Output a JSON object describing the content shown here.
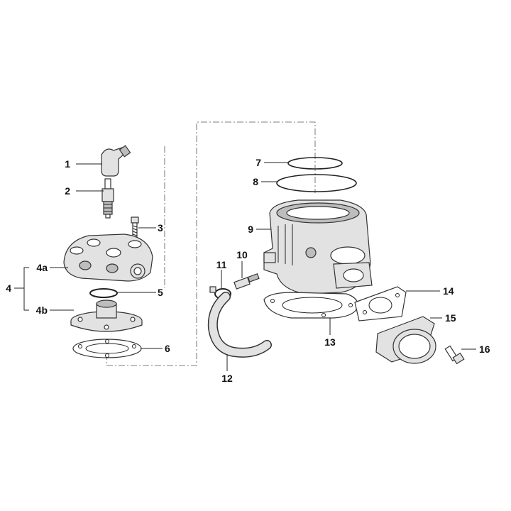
{
  "callouts": [
    {
      "id": "1",
      "part": "spark-plug-cap"
    },
    {
      "id": "2",
      "part": "spark-plug"
    },
    {
      "id": "3",
      "part": "head-screw"
    },
    {
      "id": "4",
      "part": "cylinder-head-assembly"
    },
    {
      "id": "4a",
      "part": "head-cover"
    },
    {
      "id": "4b",
      "part": "head-insert"
    },
    {
      "id": "5",
      "part": "o-ring"
    },
    {
      "id": "6",
      "part": "head-gasket"
    },
    {
      "id": "7",
      "part": "head-ring-small"
    },
    {
      "id": "8",
      "part": "head-ring-large"
    },
    {
      "id": "9",
      "part": "cylinder"
    },
    {
      "id": "10",
      "part": "temperature-sensor"
    },
    {
      "id": "11",
      "part": "hose-clamp"
    },
    {
      "id": "12",
      "part": "coolant-hose"
    },
    {
      "id": "13",
      "part": "base-gasket"
    },
    {
      "id": "14",
      "part": "intake-gasket"
    },
    {
      "id": "15",
      "part": "intake-manifold"
    },
    {
      "id": "16",
      "part": "manifold-screw"
    }
  ]
}
